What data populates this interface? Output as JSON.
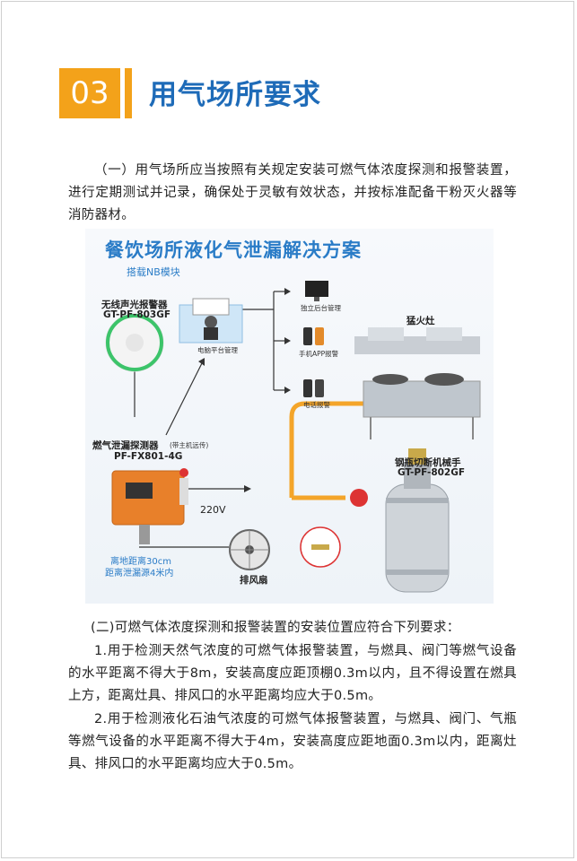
{
  "header": {
    "number": "03",
    "title": "用气场所要求"
  },
  "paragraphs": {
    "p1": "（一）用气场所应当按照有关规定安装可燃气体浓度探测和报警装置，进行定期测试并记录，确保处于灵敏有效状态，并按标准配备干粉灭火器等消防器材。",
    "p2": "(二)可燃气体浓度探测和报警装置的安装位置应符合下列要求：",
    "p3": "1.用于检测天然气浓度的可燃气体报警装置，与燃具、阀门等燃气设备的水平距离不得大于8m，安装高度应距顶棚0.3m以内，且不得设置在燃具上方，距离灶具、排风口的水平距离均应大于0.5m。",
    "p4": "2.用于检测液化石油气浓度的可燃气体报警装置，与燃具、阀门、气瓶等燃气设备的水平距离不得大于4m，安装高度应距地面0.3m以内，距离灶具、排风口的水平距离均应大于0.5m。"
  },
  "diagram": {
    "title": "餐饮场所液化气泄漏解决方案",
    "subtitle": "搭载NB模块",
    "alarm_name": "无线声光报警器",
    "alarm_model": "GT-PF-803GF",
    "platform_label": "电脑平台管理",
    "backend_label": "独立后台管理",
    "app_label": "手机APP报警",
    "phone_label": "电话报警",
    "stove_label": "猛火灶",
    "detector_name": "燃气泄漏探测器",
    "detector_note": "(带主机远传)",
    "detector_model": "PF-FX801-4G",
    "voltage": "220V",
    "valve_name": "钢瓶切断机械手",
    "valve_model": "GT-PF-802GF",
    "install_note_1": "离地距离30cm",
    "install_note_2": "距离泄漏源4米内",
    "fan_label": "排风扇"
  }
}
